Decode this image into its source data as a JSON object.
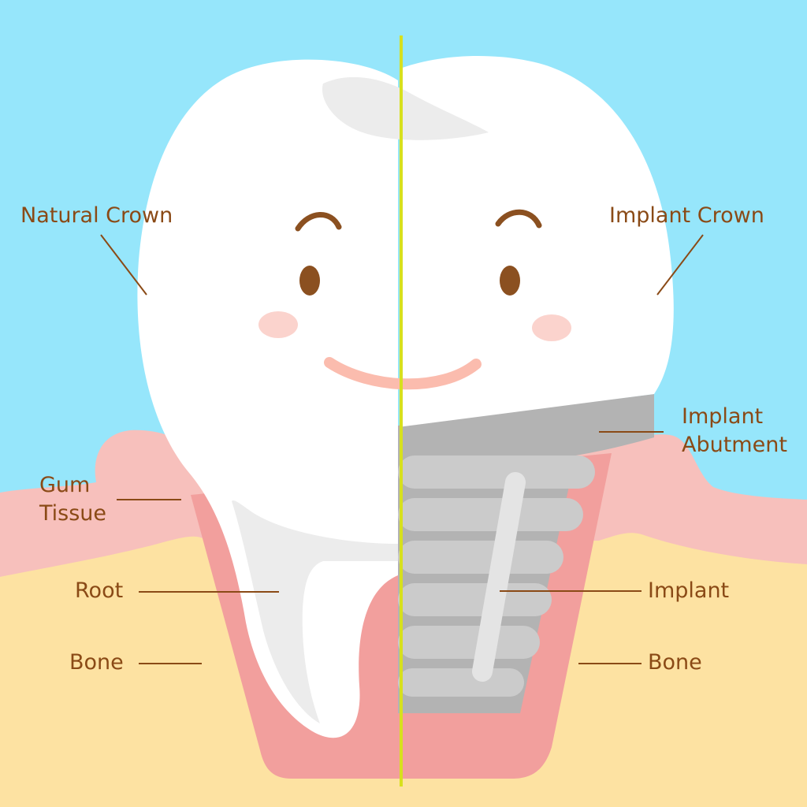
{
  "colors": {
    "sky": "#96e6fb",
    "gum": "#f7c0bc",
    "bone": "#fde2a2",
    "socket": "#f29f9d",
    "tooth": "#ffffff",
    "tooth_shade": "#ececec",
    "metal_dark": "#b3b3b3",
    "metal_light": "#cbcbcb",
    "divider": "#d7e01e",
    "label_text": "#8a4a16",
    "leader": "#8a4a16",
    "eye": "#8b5020",
    "cheek": "#fbd3cd",
    "smile": "#fbbcae"
  },
  "labels": {
    "natural_crown": "Natural Crown",
    "implant_crown": "Implant Crown",
    "implant_abutment_line1": "Implant",
    "implant_abutment_line2": "Abutment",
    "gum_tissue_line1": "Gum",
    "gum_tissue_line2": "Tissue",
    "root": "Root",
    "bone_left": "Bone",
    "implant": "Implant",
    "bone_right": "Bone"
  }
}
